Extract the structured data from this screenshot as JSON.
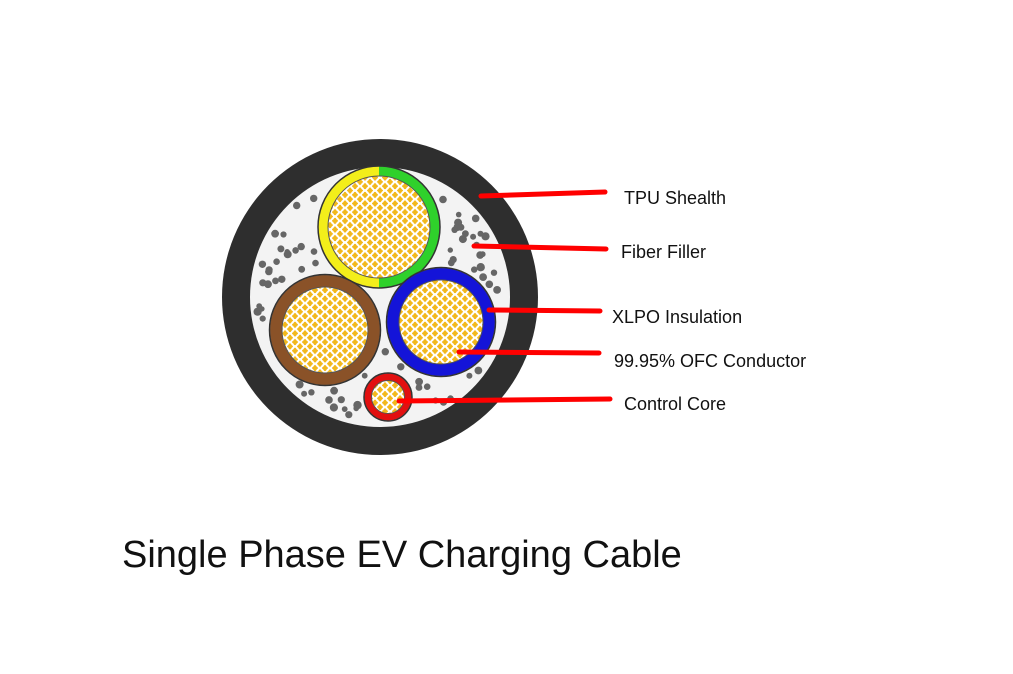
{
  "diagram": {
    "title": "Single Phase EV Charging Cable",
    "labels": {
      "tpu_sheath": "TPU Shealth",
      "fiber_filler": "Fiber Filler",
      "xlpo_insulation": "XLPO Insulation",
      "ofc_conductor": "99.95% OFC Conductor",
      "control_core": "Control Core"
    },
    "components": [
      {
        "id": "earth-core",
        "insulation": "yellow-green"
      },
      {
        "id": "live-core",
        "insulation": "brown"
      },
      {
        "id": "neutral-core",
        "insulation": "blue"
      },
      {
        "id": "control-core",
        "insulation": "red"
      }
    ]
  },
  "colors": {
    "sheath": "#2e2e2e",
    "filler": "#f2f2f2",
    "filler_dots": "#666666",
    "conductor": "#f2b81c",
    "conductor_mesh": "#ffffff",
    "yellow": "#f3ee1a",
    "green": "#2fd12b",
    "brown": "#8a5228",
    "blue": "#1414d8",
    "red": "#e21010",
    "leader": "#ff0000"
  }
}
